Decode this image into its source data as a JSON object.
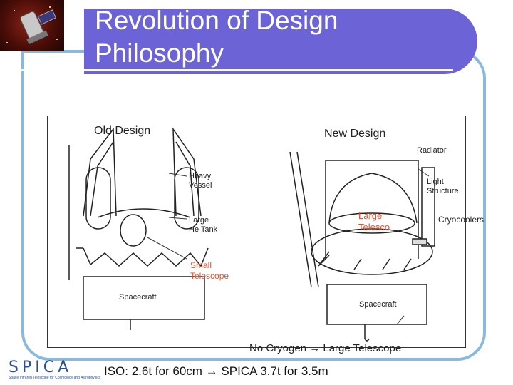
{
  "slide": {
    "title_line1": "Revolution of Design",
    "title_line2": "Philosophy"
  },
  "diagram": {
    "old_title": "Old Design",
    "new_title": "New Design",
    "old_labels": {
      "heavy_vessel": "Heavy\nVessel",
      "he_tank": "Large\nHe Tank",
      "small_telescope": "Small\nTelescope",
      "spacecraft": "Spacecraft"
    },
    "new_labels": {
      "radiator": "Radiator",
      "light_structure": "Light\nStructure",
      "cryocoolers": "Cryocoolers",
      "large_telescope": "Large\nTelesco",
      "spacecraft": "Spacecraft"
    },
    "caption": "No Cryogen → Large Telescope"
  },
  "footer": {
    "brand": "SPICA",
    "tagline": "Space Infrared Telescope for Cosmology and Astrophysics",
    "comparison": "ISO: 2.6t for 60cm → SPICA 3.7t for 3.5m"
  },
  "colors": {
    "title_band": "#6b63d6",
    "frame": "#8ab9dc",
    "accent_label": "#e0522e",
    "brand": "#2c4f93"
  }
}
